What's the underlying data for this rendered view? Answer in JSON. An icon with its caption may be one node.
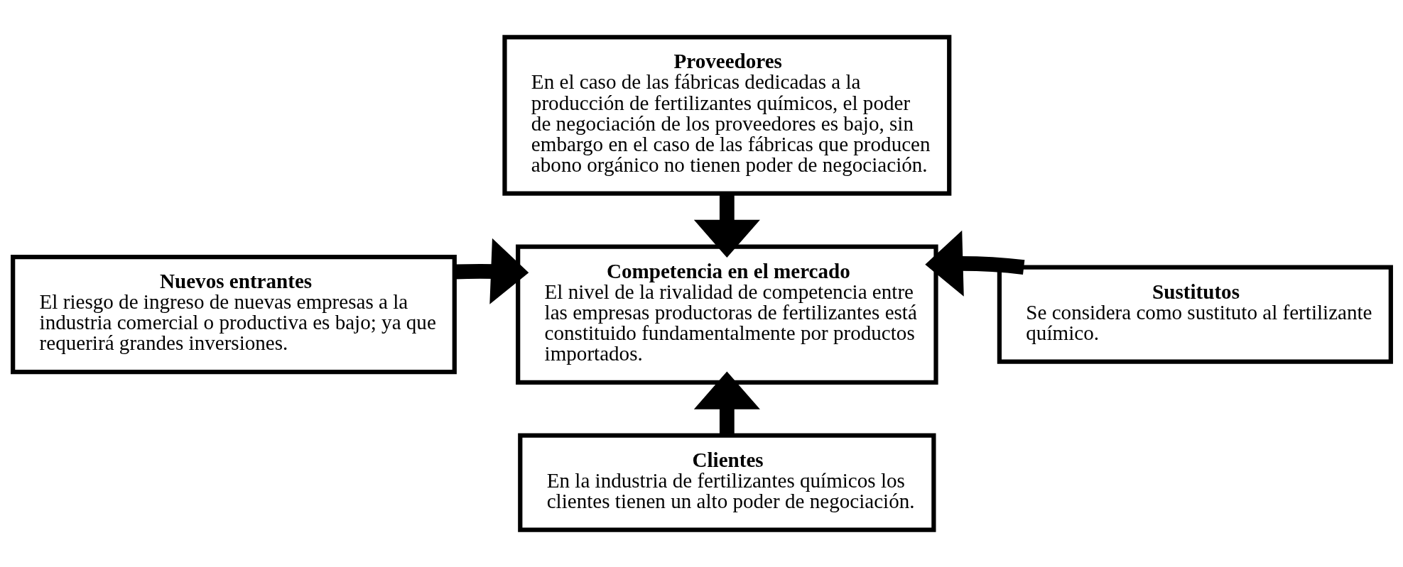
{
  "diagram": {
    "nodes": [
      {
        "text": [
          "Proveedores",
          "En el caso de las fábricas dedicadas a la producción de fertilizantes químicos, el poder de negociación de los proveedores es bajo, sin embargo en el caso de las fábricas que producen abono orgánico no tienen poder de negociación."
        ]
      },
      {
        "text": [
          "Nuevos entrantes",
          "El riesgo de ingreso de nuevas empresas a la industria comercial o productiva es bajo; ya que requerirá grandes inversiones."
        ]
      },
      {
        "text": [
          "Competencia en el mercado",
          "El nivel de la rivalidad de competencia entre las empresas productoras de fertilizantes está constituido fundamentalmente por productos importados."
        ]
      },
      {
        "text": [
          "Sustitutos",
          "Se considera como sustituto al fertilizante químico."
        ]
      },
      {
        "text": [
          "Clientes",
          "En la industria de fertilizantes químicos los clientes tienen un alto poder de negociación."
        ]
      }
    ],
    "edges": [
      {
        "from": 0,
        "to": 2,
        "arrow": "to"
      },
      {
        "from": 1,
        "to": 2,
        "arrow": "to"
      },
      {
        "from": 3,
        "to": 2,
        "arrow": "to"
      },
      {
        "from": 4,
        "to": 2,
        "arrow": "to"
      }
    ]
  }
}
